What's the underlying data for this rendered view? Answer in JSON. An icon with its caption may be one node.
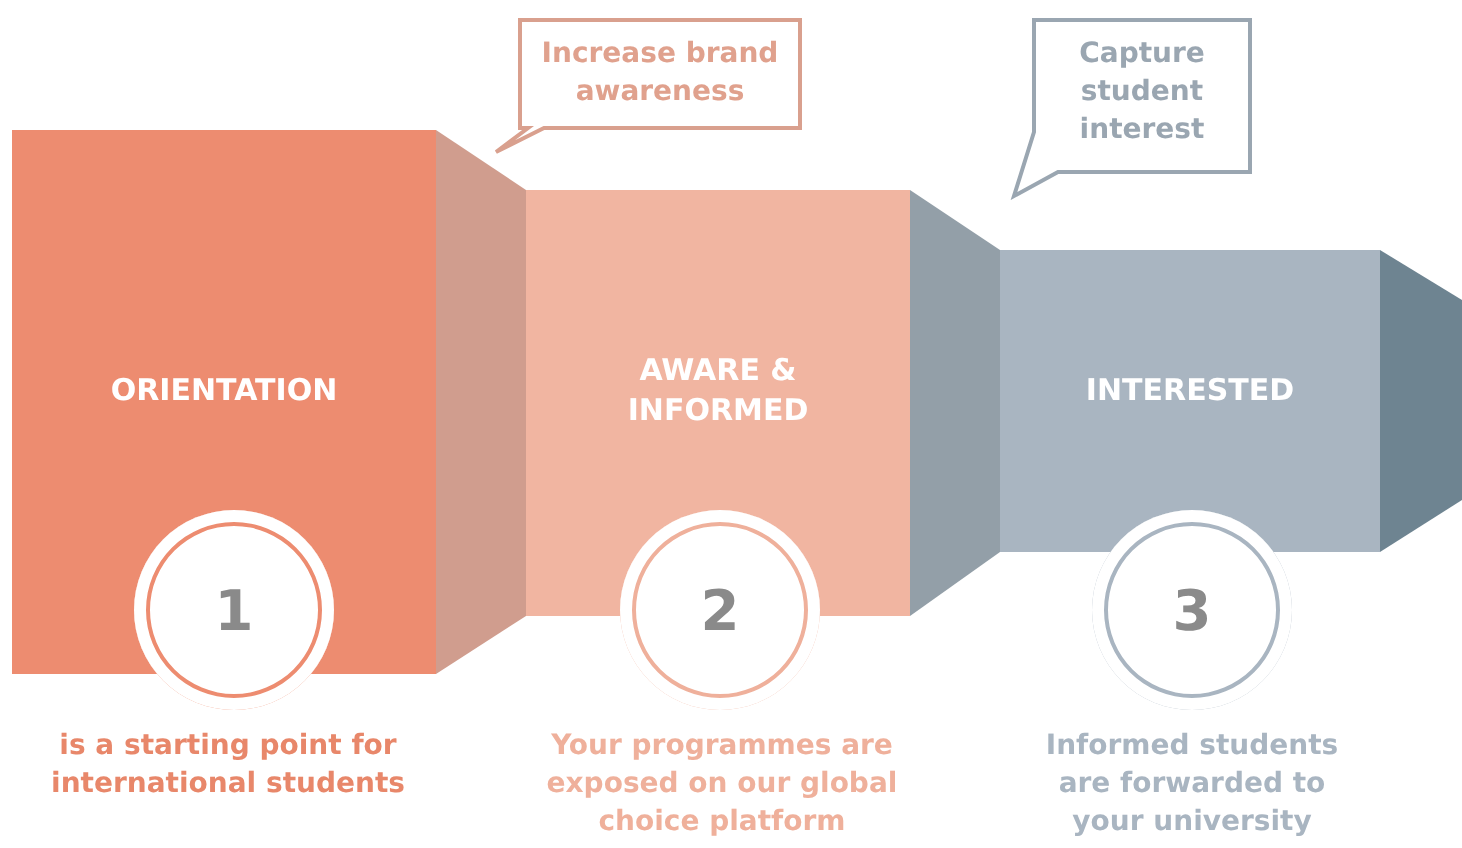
{
  "diagram": {
    "nodes": [
      {
        "text": [
          "ORIENTATION",
          "1"
        ],
        "beside": [
          "is a starting point for international students"
        ]
      },
      {
        "text": [
          "AWARE & INFORMED",
          "2"
        ],
        "beside": [
          "Your programmes are exposed on our global choice platform"
        ]
      },
      {
        "text": [
          "INTERESTED",
          "3"
        ],
        "beside": [
          "Informed students are forwarded to your university"
        ]
      },
      {
        "text": [
          "Increase brand awareness"
        ]
      },
      {
        "text": [
          "Capture student interest"
        ]
      }
    ]
  }
}
